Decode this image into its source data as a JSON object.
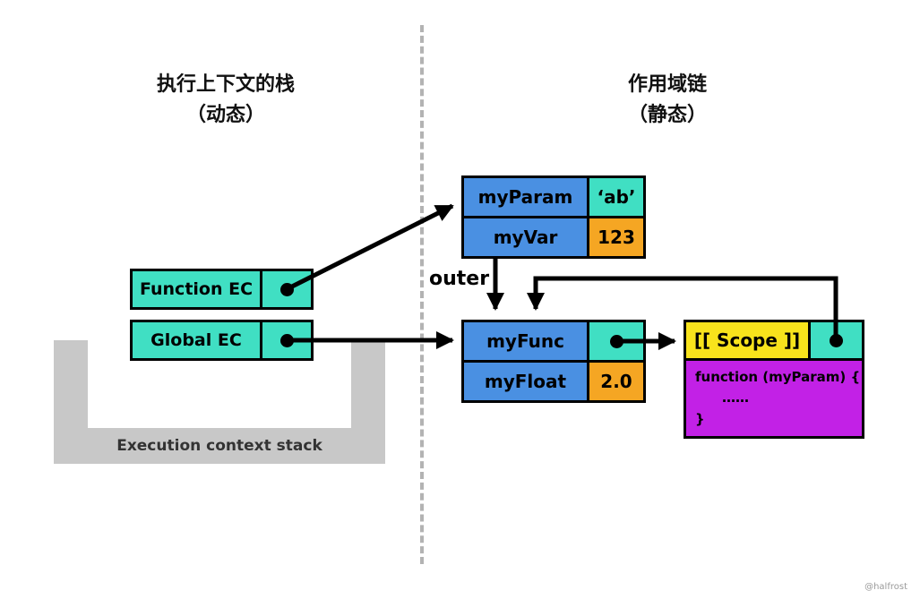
{
  "titles": {
    "left_line1": "执行上下文的栈",
    "left_line2": "（动态）",
    "right_line1": "作用域链",
    "right_line2": "（静态）"
  },
  "stack": {
    "frames": [
      {
        "label": "Function EC"
      },
      {
        "label": "Global EC"
      }
    ],
    "container_label": "Execution context stack"
  },
  "objects": {
    "outer_label": "outer",
    "param_obj": {
      "rows": [
        {
          "name": "myParam",
          "value": "‘ab’"
        },
        {
          "name": "myVar",
          "value": "123"
        }
      ]
    },
    "func_obj": {
      "rows": [
        {
          "name": "myFunc",
          "value": ""
        },
        {
          "name": "myFloat",
          "value": "2.0"
        }
      ]
    },
    "scope_obj": {
      "label": "[[ Scope ]]",
      "body_lines": [
        "function (myParam) {",
        "……",
        "}"
      ]
    }
  },
  "colors": {
    "teal": "#40dfc3",
    "blue": "#4a90e2",
    "orange": "#f5a623",
    "yellow": "#f8e31c",
    "magenta": "#c221e6",
    "gray": "#c8c8c8",
    "line_black": "#000000",
    "divider_gray": "#b3b3b3"
  },
  "credit": "@halfrost"
}
